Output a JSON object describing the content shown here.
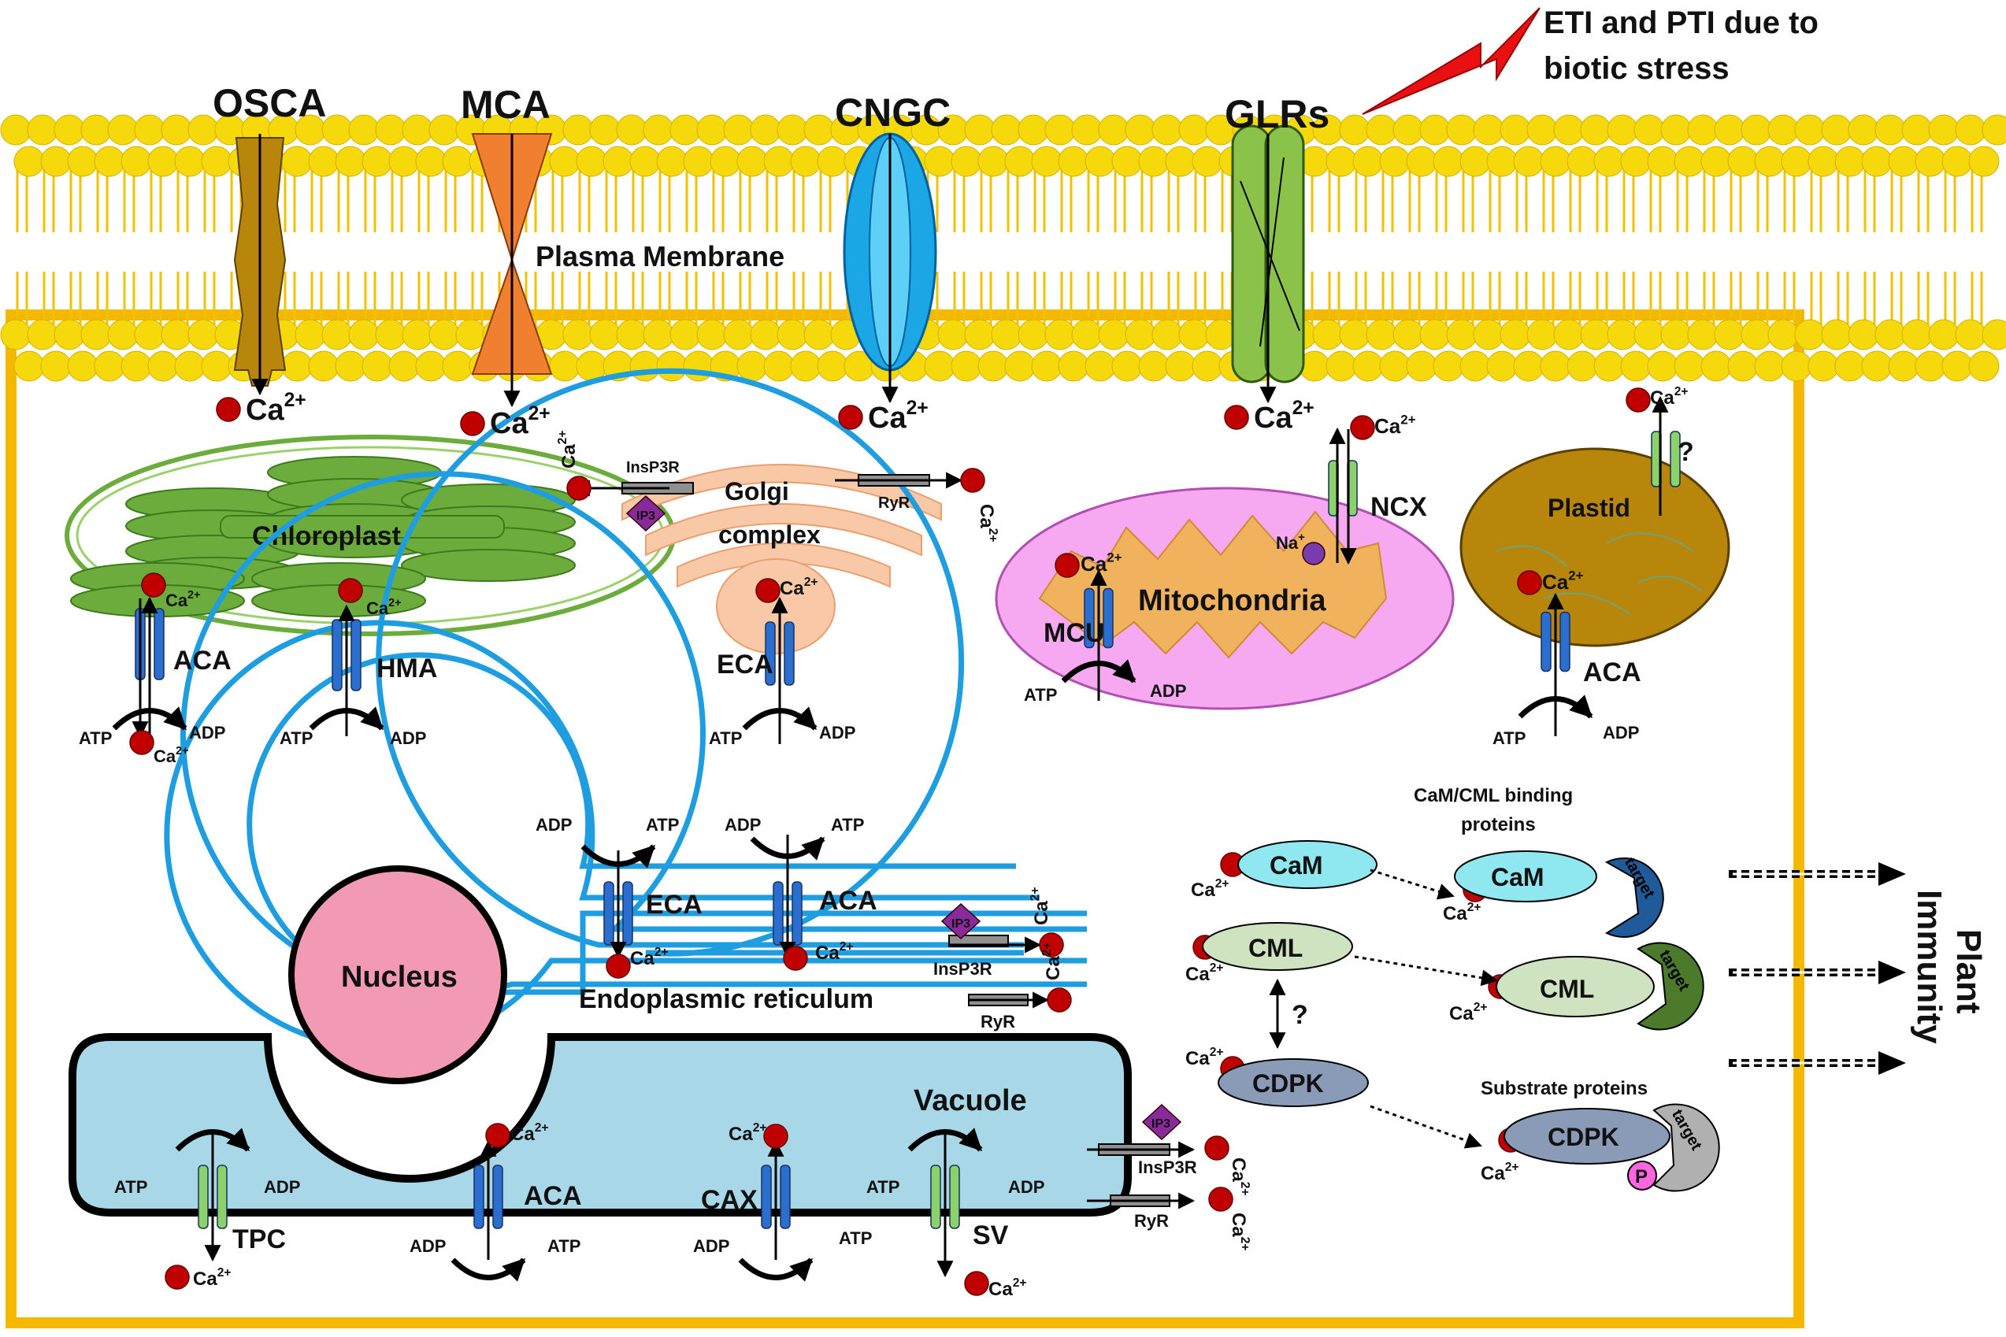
{
  "stress": {
    "line1": "ETI and PTI due to",
    "line2": "biotic stress"
  },
  "channels": {
    "osca": "OSCA",
    "mca": "MCA",
    "cngc": "CNGC",
    "glrs": "GLRs"
  },
  "membrane_label": "Plasma Membrane",
  "ion": {
    "ca_base": "Ca",
    "ca_sup": "2+",
    "na_base": "Na",
    "na_sup": "+"
  },
  "energy": {
    "atp": "ATP",
    "adp": "ADP"
  },
  "organelles": {
    "chloroplast": "Chloroplast",
    "golgi_line1": "Golgi",
    "golgi_line2": "complex",
    "mitochondria": "Mitochondria",
    "plastid": "Plastid",
    "nucleus": "Nucleus",
    "er": "Endoplasmic reticulum",
    "vacuole": "Vacuole"
  },
  "transporters": {
    "aca": "ACA",
    "hma": "HMA",
    "eca": "ECA",
    "mcu": "MCU",
    "ncx": "NCX",
    "insp3r": "InsP3R",
    "ryr": "RyR",
    "ip3": "IP3",
    "tpc": "TPC",
    "cax": "CAX",
    "sv": "SV",
    "question": "?"
  },
  "sensors": {
    "cam": "CaM",
    "cml": "CML",
    "cdpk": "CDPK",
    "target": "target",
    "p": "P",
    "binding_line1": "CaM/CML binding",
    "binding_line2": "proteins",
    "substrate": "Substrate proteins"
  },
  "outcome": {
    "line1": "Plant",
    "line2": "Immunity"
  },
  "colors": {
    "lipid_head": "#f5d90a",
    "lipid_tail": "#f2c100",
    "cell_wall": "#f5b800",
    "calcium": "#c00000",
    "chloroplast": "#6cac3c",
    "golgi": "#f9c9a7",
    "mito_outer": "#f6a8f0",
    "mito_inner": "#f1b25e",
    "plastid": "#b8860b",
    "nucleus": "#f29ab4",
    "er": "#1e9ee0",
    "vacuole": "#a8d8e8",
    "cam": "#8fe8f0",
    "cml": "#cfe3c0",
    "cdpk": "#8a9bb7",
    "stress_bolt": "#e81010"
  }
}
